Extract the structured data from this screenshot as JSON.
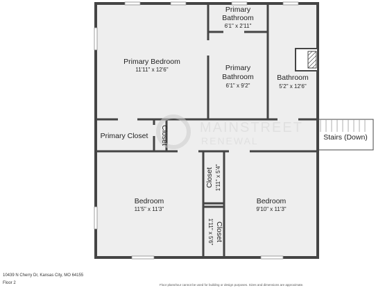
{
  "plan": {
    "wall_color": "#444444",
    "floor_color": "#eeeeee",
    "window_color": "#ffffff"
  },
  "rooms": {
    "primary_bedroom": {
      "name": "Primary Bedroom",
      "dims": "11'11\" x 12'6\""
    },
    "primary_bathroom_small": {
      "name_line1": "Primary",
      "name_line2": "Bathroom",
      "dims": "6'1\" x 2'11\""
    },
    "primary_bathroom": {
      "name_line1": "Primary",
      "name_line2": "Bathroom",
      "dims": "6'1\" x 9'2\""
    },
    "bathroom": {
      "name": "Bathroom",
      "dims": "5'2\" x 12'6\""
    },
    "primary_closet": {
      "name": "Primary Closet"
    },
    "closet_small": {
      "name": "Closet"
    },
    "stairs": {
      "name": "Stairs (Down)"
    },
    "bedroom_left": {
      "name": "Bedroom",
      "dims": "11'5\" x 11'3\""
    },
    "closet_upper": {
      "name": "Closet",
      "dims": "1'11\" x 5'4\""
    },
    "closet_lower": {
      "name": "Closet",
      "dims": "1'11\" x 5'6\""
    },
    "bedroom_right": {
      "name": "Bedroom",
      "dims": "9'10\" x 11'3\""
    }
  },
  "watermark": {
    "line1": "MAINSTREET",
    "line2": "RENEWAL"
  },
  "footer": {
    "address": "10439 N Cherry Dr, Kansas City, MO 64155",
    "floor": "Floor 2",
    "disclaimer": "Floor plans/tour cannot be used for building or design purposes. Sizes and dimensions are approximate."
  }
}
